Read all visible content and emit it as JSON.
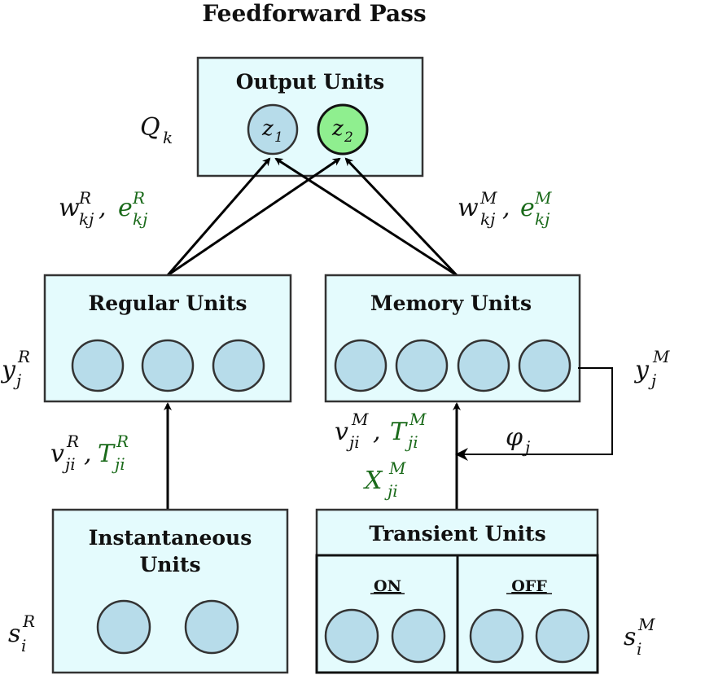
{
  "title": "Feedforward Pass",
  "colors": {
    "box_fill": "#e4fbfd",
    "unit_fill": "#b7dcea",
    "highlight_unit_fill": "#8fef8f",
    "green_text": "#1a6a1a"
  },
  "output": {
    "label": "Output Units",
    "side_label": "Q",
    "side_label_sub": "k",
    "units": [
      {
        "base": "z",
        "sub": "1",
        "highlighted": false
      },
      {
        "base": "z",
        "sub": "2",
        "highlighted": true
      }
    ]
  },
  "regular": {
    "label": "Regular Units",
    "unit_count": 3,
    "side_label": {
      "base": "y",
      "sup": "R",
      "sub": "j"
    }
  },
  "memory": {
    "label": "Memory Units",
    "unit_count": 4,
    "side_label": {
      "base": "y",
      "sup": "M",
      "sub": "j"
    },
    "recurrent_label": {
      "base": "φ",
      "sub": "j"
    }
  },
  "instantaneous": {
    "label_line1": "Instantaneous",
    "label_line2": "Units",
    "unit_count": 2,
    "side_label": {
      "base": "s",
      "sup": "R",
      "sub": "i"
    }
  },
  "transient": {
    "label": "Transient Units",
    "on_label": "ON",
    "off_label": "OFF",
    "on_unit_count": 2,
    "off_unit_count": 2,
    "side_label": {
      "base": "s",
      "sup": "M",
      "sub": "i"
    }
  },
  "connections": {
    "regular_to_output": {
      "w": "w",
      "w_sup": "R",
      "w_sub": "kj",
      "e": "e",
      "e_sup": "R",
      "e_sub": "kj"
    },
    "memory_to_output": {
      "w": "w",
      "w_sup": "M",
      "w_sub": "kj",
      "e": "e",
      "e_sup": "M",
      "e_sub": "kj"
    },
    "instantaneous_to_regular": {
      "v": "v",
      "v_sup": "R",
      "v_sub": "ji",
      "t": "T",
      "t_sup": "R",
      "t_sub": "ji"
    },
    "transient_to_memory": {
      "v": "v",
      "v_sup": "M",
      "v_sub": "ji",
      "t": "T",
      "t_sup": "M",
      "t_sub": "ji",
      "x": "X",
      "x_sup": "M",
      "x_sub": "ji"
    }
  }
}
